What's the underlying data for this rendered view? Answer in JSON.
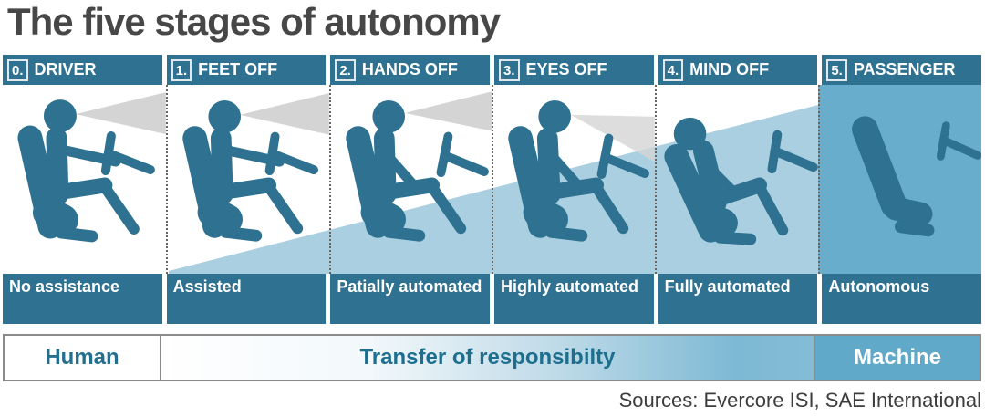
{
  "title": "The five stages of autonomy",
  "stages": [
    {
      "num": "0.",
      "header": "DRIVER",
      "label": "No assistance",
      "icon": "person-driving-icon"
    },
    {
      "num": "1.",
      "header": "FEET OFF",
      "label": "Assisted",
      "icon": "person-driving-icon"
    },
    {
      "num": "2.",
      "header": "HANDS OFF",
      "label": "Patially automated",
      "icon": "person-hands-off-icon"
    },
    {
      "num": "3.",
      "header": "EYES OFF",
      "label": "Highly automated",
      "icon": "person-eyes-off-icon"
    },
    {
      "num": "4.",
      "header": "MIND OFF",
      "label": "Fully automated",
      "icon": "person-reclined-icon"
    },
    {
      "num": "5.",
      "header": "PASSENGER",
      "label": "Autonomous",
      "icon": "empty-seat-icon"
    }
  ],
  "footer": {
    "human": "Human",
    "transfer": "Transfer of responsibilty",
    "machine": "Machine"
  },
  "sources": "Sources: Evercore ISI, SAE International",
  "colors": {
    "teal": "#2e7190",
    "wedge_blue": "#a9cfe0",
    "passenger_blue": "#68adcc",
    "machine_blue": "#61a9c9",
    "cone_gray": "#d4d4d4",
    "title_gray": "#474747"
  }
}
